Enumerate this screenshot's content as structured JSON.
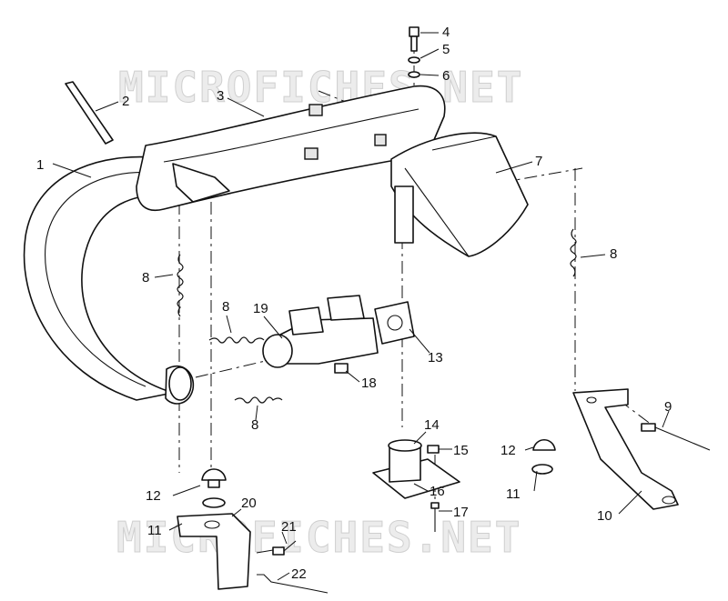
{
  "watermark": "MICROFICHES.NET",
  "callouts": [
    {
      "id": "c1",
      "label": "1"
    },
    {
      "id": "c2",
      "label": "2"
    },
    {
      "id": "c3",
      "label": "3"
    },
    {
      "id": "c4",
      "label": "4"
    },
    {
      "id": "c5",
      "label": "5"
    },
    {
      "id": "c6",
      "label": "6"
    },
    {
      "id": "c7",
      "label": "7"
    },
    {
      "id": "c8a",
      "label": "8"
    },
    {
      "id": "c8b",
      "label": "8"
    },
    {
      "id": "c8c",
      "label": "8"
    },
    {
      "id": "c8d",
      "label": "8"
    },
    {
      "id": "c9",
      "label": "9"
    },
    {
      "id": "c10",
      "label": "10"
    },
    {
      "id": "c11a",
      "label": "11"
    },
    {
      "id": "c11b",
      "label": "11"
    },
    {
      "id": "c12a",
      "label": "12"
    },
    {
      "id": "c12b",
      "label": "12"
    },
    {
      "id": "c13",
      "label": "13"
    },
    {
      "id": "c14",
      "label": "14"
    },
    {
      "id": "c15",
      "label": "15"
    },
    {
      "id": "c16",
      "label": "16"
    },
    {
      "id": "c17",
      "label": "17"
    },
    {
      "id": "c18",
      "label": "18"
    },
    {
      "id": "c19",
      "label": "19"
    },
    {
      "id": "c20",
      "label": "20"
    },
    {
      "id": "c21",
      "label": "21"
    },
    {
      "id": "c22",
      "label": "22"
    }
  ]
}
